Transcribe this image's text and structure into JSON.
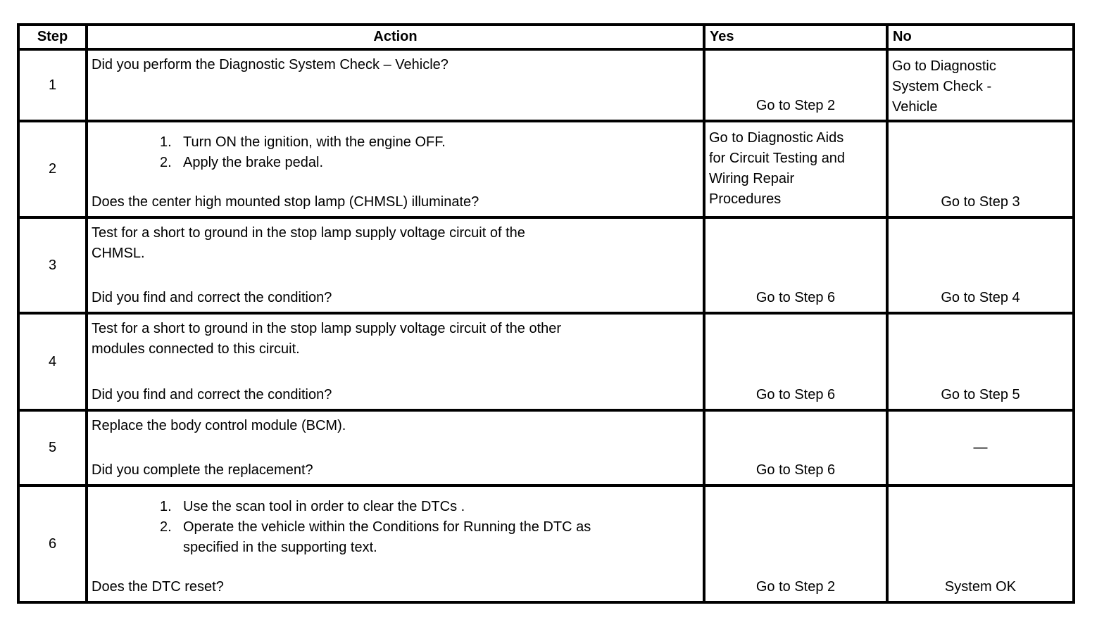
{
  "table": {
    "headers": {
      "step": "Step",
      "action": "Action",
      "yes": "Yes",
      "no": "No"
    },
    "rows": [
      {
        "step": "1",
        "action": {
          "intro": "Did you perform the Diagnostic System Check – Vehicle?",
          "question": ""
        },
        "yes": {
          "text": "Go to Step 2"
        },
        "no": {
          "text": "Go to Diagnostic\nSystem Check -\nVehicle"
        }
      },
      {
        "step": "2",
        "action": {
          "list": [
            {
              "num": "1.",
              "text": "Turn ON the ignition, with the engine OFF."
            },
            {
              "num": "2.",
              "text": "Apply the brake pedal."
            }
          ],
          "question": "Does the center high mounted stop lamp (CHMSL) illuminate?"
        },
        "yes": {
          "text": "Go to Diagnostic Aids\nfor Circuit Testing and\nWiring Repair\nProcedures"
        },
        "no": {
          "text": "Go to Step 3"
        }
      },
      {
        "step": "3",
        "action": {
          "intro": "Test for a short to ground in the stop lamp supply voltage circuit of the\nCHMSL.",
          "question": "Did you find and correct the condition?"
        },
        "yes": {
          "text": "Go to Step 6"
        },
        "no": {
          "text": "Go to Step 4"
        }
      },
      {
        "step": "4",
        "action": {
          "intro": "Test for a short to ground in the stop lamp supply voltage circuit of the other\nmodules connected to this circuit.",
          "question": "Did you find and correct the condition?"
        },
        "yes": {
          "text": "Go to Step 6"
        },
        "no": {
          "text": "Go to Step 5"
        }
      },
      {
        "step": "5",
        "action": {
          "intro": "Replace the body control module (BCM).",
          "question": "Did you complete the replacement?"
        },
        "yes": {
          "text": "Go to Step 6"
        },
        "no": {
          "text": "—"
        }
      },
      {
        "step": "6",
        "action": {
          "list": [
            {
              "num": "1.",
              "text": "Use the scan tool in order to clear the DTCs ."
            },
            {
              "num": "2.",
              "text": "Operate the vehicle within the Conditions for Running the DTC as\nspecified in the supporting text."
            }
          ],
          "question": "Does the DTC reset?"
        },
        "yes": {
          "text": "Go to Step 2"
        },
        "no": {
          "text": "System OK"
        }
      }
    ]
  }
}
